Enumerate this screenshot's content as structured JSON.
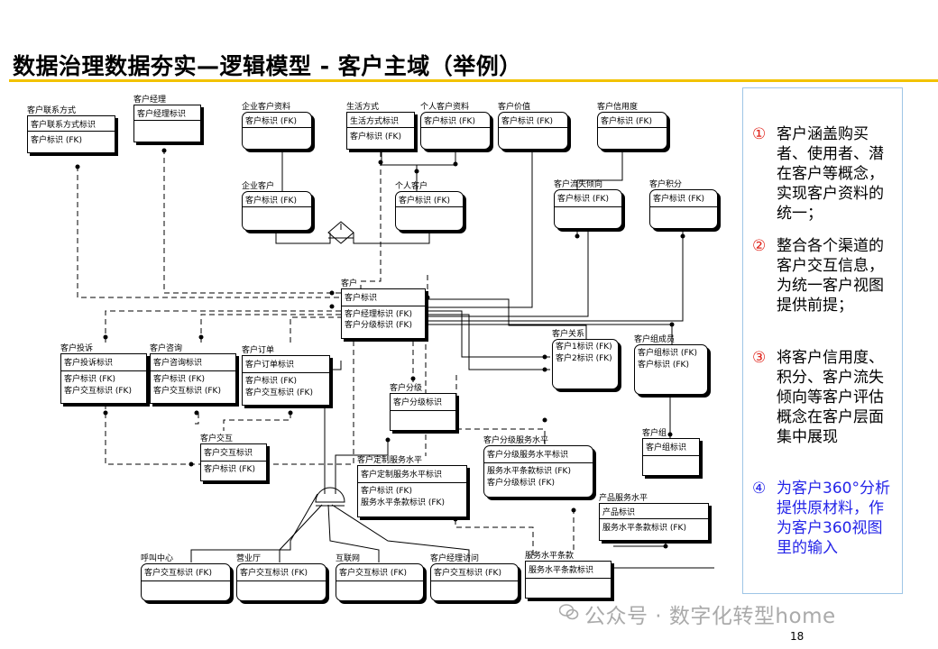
{
  "title": "数据治理数据夯实—逻辑模型 - 客户主域（举例）",
  "entities": {
    "cust_contact": {
      "name": "客户联系方式",
      "pk": "客户联系方式标识",
      "fk": [
        "客户标识 (FK)"
      ]
    },
    "cust_manager": {
      "name": "客户经理",
      "pk": "客户经理标识",
      "fk": []
    },
    "ent_cust_info": {
      "name": "企业客户资料",
      "pk": "客户标识 (FK)",
      "fk": []
    },
    "lifestyle": {
      "name": "生活方式",
      "pk": "生活方式标识",
      "fk": [
        "客户标识 (FK)"
      ]
    },
    "personal_info": {
      "name": "个人客户资料",
      "pk": "客户标识 (FK)",
      "fk": []
    },
    "cust_value": {
      "name": "客户价值",
      "pk": "客户标识 (FK)",
      "fk": []
    },
    "credit": {
      "name": "客户信用度",
      "pk": "客户标识 (FK)",
      "fk": []
    },
    "ent_cust": {
      "name": "企业客户",
      "pk": "客户标识 (FK)",
      "fk": []
    },
    "personal_cust": {
      "name": "个人客户",
      "pk": "客户标识 (FK)",
      "fk": []
    },
    "churn": {
      "name": "客户流失倾向",
      "pk": "客户标识 (FK)",
      "fk": []
    },
    "points": {
      "name": "客户积分",
      "pk": "客户标识 (FK)",
      "fk": []
    },
    "customer": {
      "name": "客户",
      "pk": "客户标识",
      "fk": [
        "客户经理标识 (FK)",
        "客户分级标识 (FK)"
      ]
    },
    "complaint": {
      "name": "客户投诉",
      "pk": "客户投诉标识",
      "fk": [
        "客户标识 (FK)",
        "客户交互标识 (FK)"
      ]
    },
    "consult": {
      "name": "客户咨询",
      "pk": "客户咨询标识",
      "fk": [
        "客户标识 (FK)",
        "客户交互标识 (FK)"
      ]
    },
    "order": {
      "name": "客户订单",
      "pk": "客户订单标识",
      "fk": [
        "客户标识 (FK)",
        "客户交互标识 (FK)"
      ]
    },
    "relation": {
      "name": "客户关系",
      "pk": "",
      "fk": [
        "客户1标识 (FK)",
        "客户2标识 (FK)"
      ]
    },
    "member": {
      "name": "客户组成员",
      "pk": "",
      "fk": [
        "客户组标识 (FK)",
        "客户标识 (FK)"
      ]
    },
    "grade": {
      "name": "客户分级",
      "pk": "客户分级标识",
      "fk": []
    },
    "group": {
      "name": "客户组",
      "pk": "客户组标识",
      "fk": []
    },
    "interaction": {
      "name": "客户交互",
      "pk": "客户交互标识",
      "fk": [
        "客户标识 (FK)"
      ]
    },
    "custom_sl": {
      "name": "客户定制服务水平",
      "pk": "客户定制服务水平标识",
      "fk": [
        "客户标识 (FK)",
        "服务水平条款标识 (FK)"
      ]
    },
    "grade_sl": {
      "name": "客户分级服务水平",
      "pk": "客户分级服务水平标识",
      "fk": [
        "服务水平条款标识 (FK)",
        "客户分级标识 (FK)"
      ]
    },
    "product_sl": {
      "name": "产品服务水平",
      "pk": "产品标识",
      "fk": [
        "服务水平条款标识 (FK)"
      ]
    },
    "callcenter": {
      "name": "呼叫中心",
      "pk": "客户交互标识 (FK)",
      "fk": []
    },
    "hall": {
      "name": "营业厅",
      "pk": "客户交互标识 (FK)",
      "fk": []
    },
    "internet": {
      "name": "互联网",
      "pk": "客户交互标识 (FK)",
      "fk": []
    },
    "visit": {
      "name": "客户经理访问",
      "pk": "客户交互标识 (FK)",
      "fk": []
    },
    "sl_terms": {
      "name": "服务水平条款",
      "pk": "服务水平条款标识",
      "fk": []
    }
  },
  "notes": [
    {
      "num": "①",
      "text": "客户涵盖购买者、使用者、潜在客户等概念，实现客户资料的统一；"
    },
    {
      "num": "②",
      "text": "整合各个渠道的客户交互信息，为统一客户视图提供前提；"
    },
    {
      "num": "③",
      "text": "将客户信用度、积分、客户流失倾向等客户评估概念在客户层面集中展现"
    },
    {
      "num": "④",
      "text": "为客户360°分析提供原材料，作为客户360视图里的输入"
    }
  ],
  "watermark": "公众号 · 数字化转型home",
  "page_number": "18",
  "colors": {
    "accent": "#f2c200",
    "note_num": "#e0241b",
    "note_blue": "#2424e8",
    "panel_border": "#9ec5e6"
  }
}
